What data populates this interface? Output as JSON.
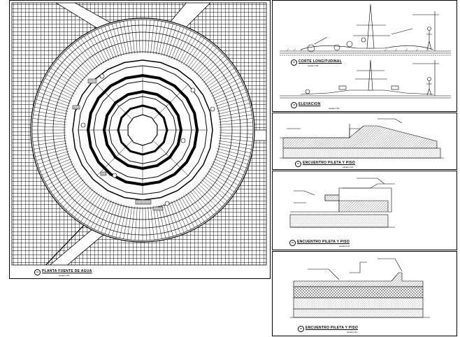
{
  "plan": {
    "title": "PLANTA FUENTE DE AGUA",
    "scale": "escala 1:50",
    "marker": "01"
  },
  "corte": {
    "title": "CORTE LONGITUDINAL",
    "scale": "escala 1:50",
    "marker": "02"
  },
  "elevacion": {
    "title": "ELEVACION",
    "scale": "escala 1:50",
    "marker": "03"
  },
  "detail_a": {
    "title": "ENCUENTRO PILETA Y PISO",
    "scale": "escala 1:10",
    "marker": "04"
  },
  "detail_b": {
    "title": "ENCUENTRO PILETA Y PISO",
    "scale": "escala 1:10",
    "marker": "05"
  },
  "detail_c": {
    "title": "ENCUENTRO PILETA Y PISO",
    "scale": "escala 1:10",
    "marker": "06"
  },
  "colors": {
    "line": "#000000",
    "background": "#ffffff"
  }
}
